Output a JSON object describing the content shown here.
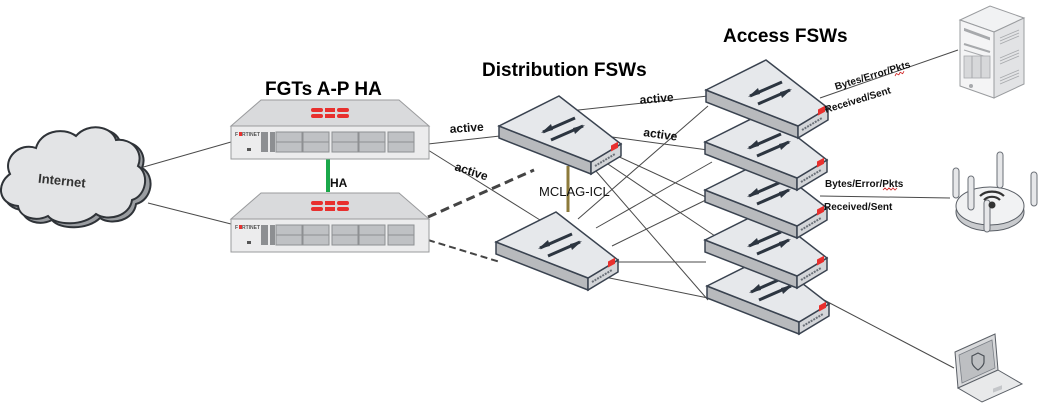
{
  "titles": {
    "fgt_cluster": "FGTs A-P HA",
    "distribution": "Distribution FSWs",
    "access": "Access FSWs"
  },
  "nodes": {
    "internet": {
      "label": "Internet",
      "icon": "cloud-icon"
    },
    "fgt_primary": {
      "icon": "fortigate-icon",
      "brand": "F RTINET"
    },
    "fgt_secondary": {
      "icon": "fortigate-icon",
      "brand": "F RTINET"
    },
    "dist_switches": [
      {
        "icon": "switch-icon"
      },
      {
        "icon": "switch-icon"
      }
    ],
    "access_switches": [
      {
        "icon": "switch-icon"
      },
      {
        "icon": "switch-icon"
      },
      {
        "icon": "switch-icon"
      },
      {
        "icon": "switch-icon"
      },
      {
        "icon": "switch-icon"
      }
    ],
    "server": {
      "icon": "server-icon"
    },
    "access_point": {
      "icon": "wireless-ap-icon"
    },
    "laptop": {
      "icon": "laptop-icon"
    }
  },
  "links": {
    "ha": "HA",
    "mclag": "MCLAG-ICL",
    "active_fgt_dist1": "active",
    "active_fgt_dist2": "active",
    "active_dist_acc1": "active",
    "active_dist_acc2": "active",
    "server_stats_top": "Bytes/Error/Pkts",
    "server_stats_bottom": "Received/Sent",
    "ap_stats_top": "Bytes/Error/Pkts",
    "ap_stats_bottom": "Received/Sent"
  },
  "colors": {
    "ha_link": "#1aa84a",
    "mclag_link": "#8c7a3a",
    "fortinet_red": "#e8302e",
    "device_top": "#e4e6e9",
    "device_side": "#a9abae",
    "device_outline": "#3a4350"
  }
}
